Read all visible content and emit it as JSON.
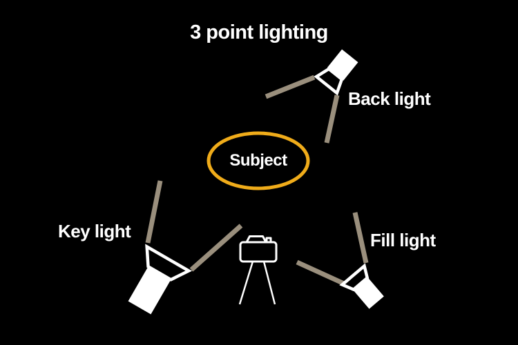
{
  "title": "3 point lighting",
  "subject": {
    "label": "Subject"
  },
  "lights": {
    "back": {
      "label": "Back light"
    },
    "key": {
      "label": "Key light"
    },
    "fill": {
      "label": "Fill light"
    }
  },
  "icons": {
    "back_light": "spotlight-icon",
    "key_light": "spotlight-icon",
    "fill_light": "spotlight-icon",
    "camera": "camera-on-tripod-icon"
  },
  "colors": {
    "background": "#000000",
    "foreground": "#ffffff",
    "subject_ellipse": "#f0ac1a",
    "light_stands": "#9a8f7d"
  }
}
